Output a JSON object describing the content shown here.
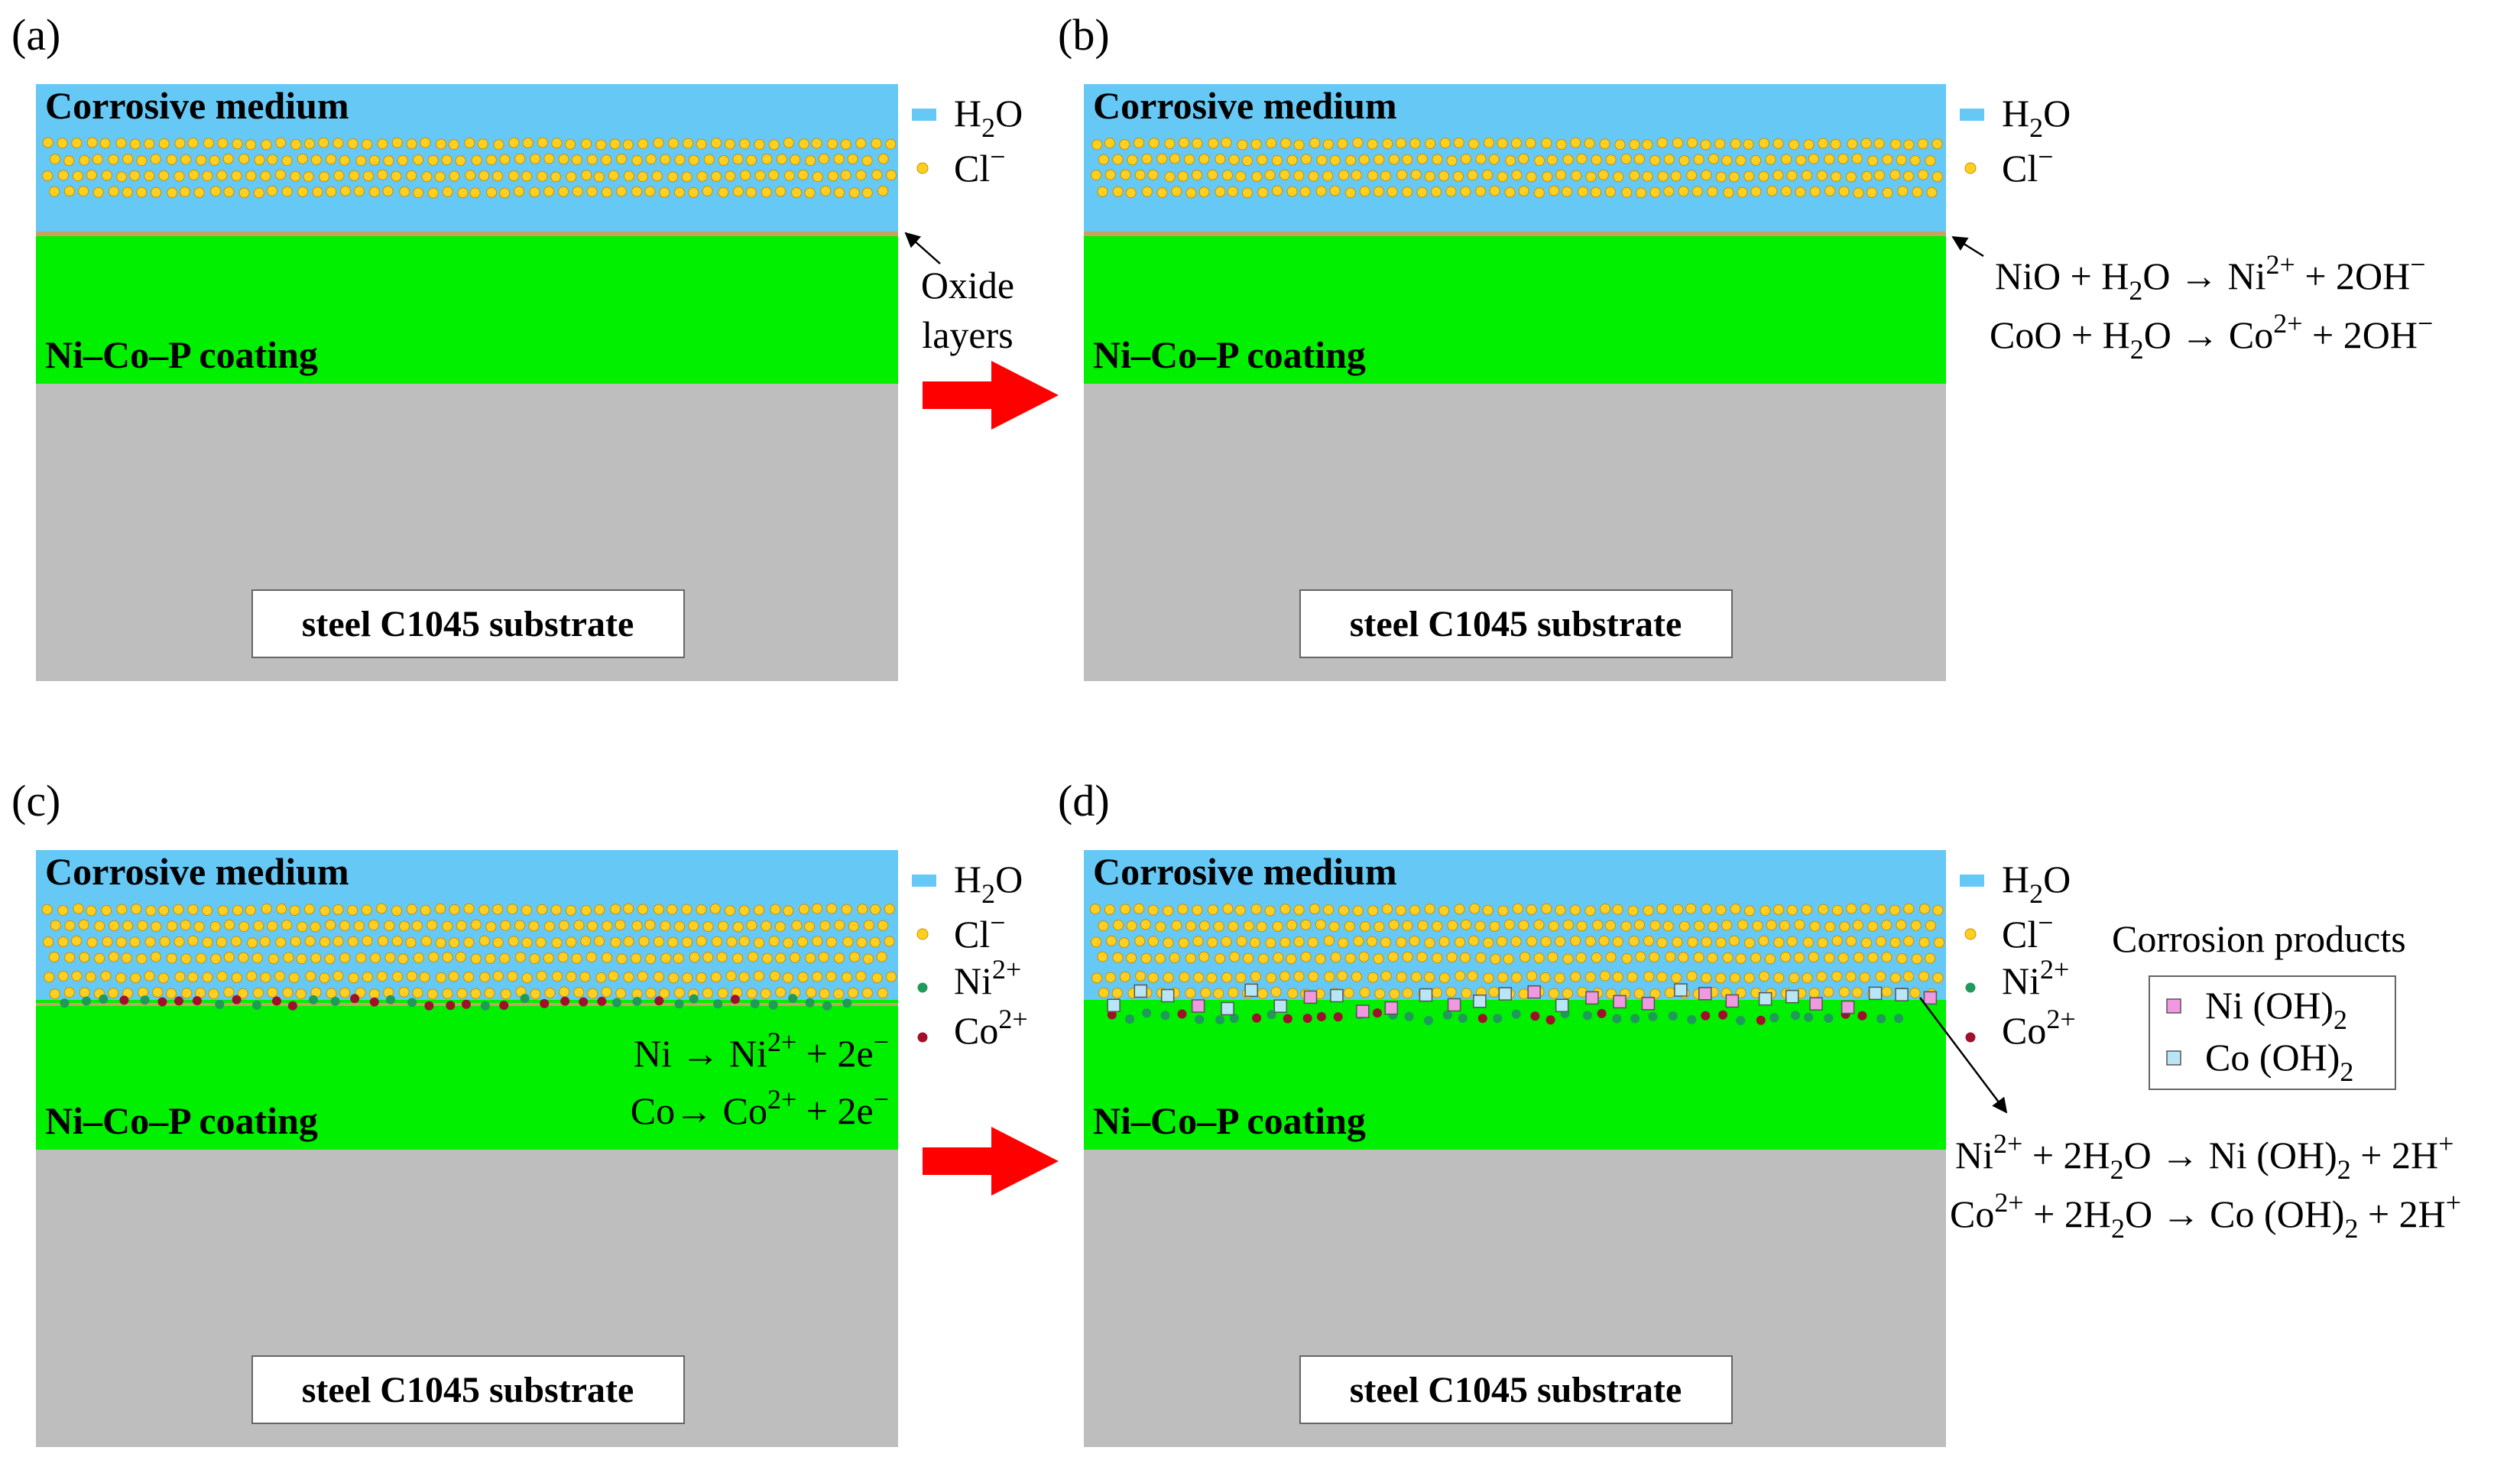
{
  "colors": {
    "medium": "#66c8f5",
    "coating": "#00f000",
    "substrate": "#bebebe",
    "oxide": "#c8a060",
    "cl_ion": "#ffd020",
    "ni_ion": "#1f9a5a",
    "co_ion": "#a0102a",
    "ni_oh2": "#f098e0",
    "co_oh2": "#b8e6f6",
    "arrow": "#ff0000"
  },
  "labels": {
    "medium": "Corrosive medium",
    "coating": "Ni–Co–P coating",
    "substrate": "steel C1045 substrate"
  },
  "legend": {
    "h2o": [
      "H",
      "2",
      "O"
    ],
    "cl": [
      "Cl",
      "−"
    ],
    "ni": [
      "Ni",
      "2+"
    ],
    "co": [
      "Co",
      "2+"
    ]
  },
  "panels": [
    {
      "id": "a",
      "letter": "(a)",
      "stage": "a"
    },
    {
      "id": "b",
      "letter": "(b)",
      "stage": "b"
    },
    {
      "id": "c",
      "letter": "(c)",
      "stage": "c"
    },
    {
      "id": "d",
      "letter": "(d)",
      "stage": "d"
    }
  ],
  "oxide_label": [
    "Oxide",
    "layers"
  ],
  "reactions_b": [
    [
      [
        "NiO + H",
        ""
      ],
      [
        "2",
        "sub"
      ],
      [
        "O → Ni",
        ""
      ],
      [
        "2+",
        "sup"
      ],
      [
        " + 2OH",
        ""
      ],
      [
        "−",
        "sup"
      ]
    ],
    [
      [
        "CoO + H",
        ""
      ],
      [
        "2",
        "sub"
      ],
      [
        "O → Co",
        ""
      ],
      [
        "2+",
        "sup"
      ],
      [
        " + 2OH",
        ""
      ],
      [
        "−",
        "sup"
      ]
    ]
  ],
  "reactions_c": [
    [
      [
        "Ni → Ni",
        ""
      ],
      [
        "2+",
        "sup"
      ],
      [
        " + 2e",
        ""
      ],
      [
        "−",
        "sup"
      ]
    ],
    [
      [
        "Co→ Co",
        ""
      ],
      [
        "2+",
        "sup"
      ],
      [
        " + 2e",
        ""
      ],
      [
        "−",
        "sup"
      ]
    ]
  ],
  "corrosion_products": {
    "title": "Corrosion products",
    "items": [
      {
        "key": "ni_oh2",
        "parts": [
          [
            "Ni (OH)",
            ""
          ],
          [
            "2",
            "sub"
          ]
        ]
      },
      {
        "key": "co_oh2",
        "parts": [
          [
            "Co (OH)",
            ""
          ],
          [
            "2",
            "sub"
          ]
        ]
      }
    ]
  },
  "reactions_d": [
    [
      [
        "Ni",
        ""
      ],
      [
        "2+",
        "sup"
      ],
      [
        " + 2H",
        ""
      ],
      [
        "2",
        "sub"
      ],
      [
        "O → Ni (OH)",
        ""
      ],
      [
        "2",
        "sub"
      ],
      [
        " + 2H",
        ""
      ],
      [
        "+",
        "sup"
      ]
    ],
    [
      [
        "Co",
        ""
      ],
      [
        "2+",
        "sup"
      ],
      [
        " + 2H",
        ""
      ],
      [
        "2",
        "sub"
      ],
      [
        "O → Co (OH)",
        ""
      ],
      [
        "2",
        "sub"
      ],
      [
        " + 2H",
        ""
      ],
      [
        "+",
        "sup"
      ]
    ]
  ]
}
